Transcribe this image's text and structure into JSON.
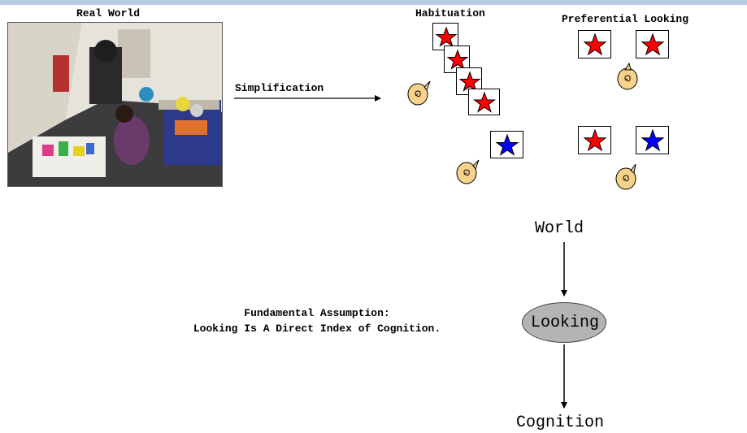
{
  "labels": {
    "real_world": "Real World",
    "habituation": "Habituation",
    "preferential_looking": "Preferential Looking",
    "simplification": "Simplification"
  },
  "assumption": {
    "line1": "Fundamental Assumption:",
    "line2": "Looking Is A Direct Index of Cognition."
  },
  "flow": {
    "world": "World",
    "looking": "Looking",
    "cognition": "Cognition"
  },
  "colors": {
    "red_star": "#ff0000",
    "blue_star": "#0000ff",
    "face_fill": "#f7d28a",
    "ellipse_fill": "#b4b4b4",
    "top_bar": "#b8cce4"
  }
}
